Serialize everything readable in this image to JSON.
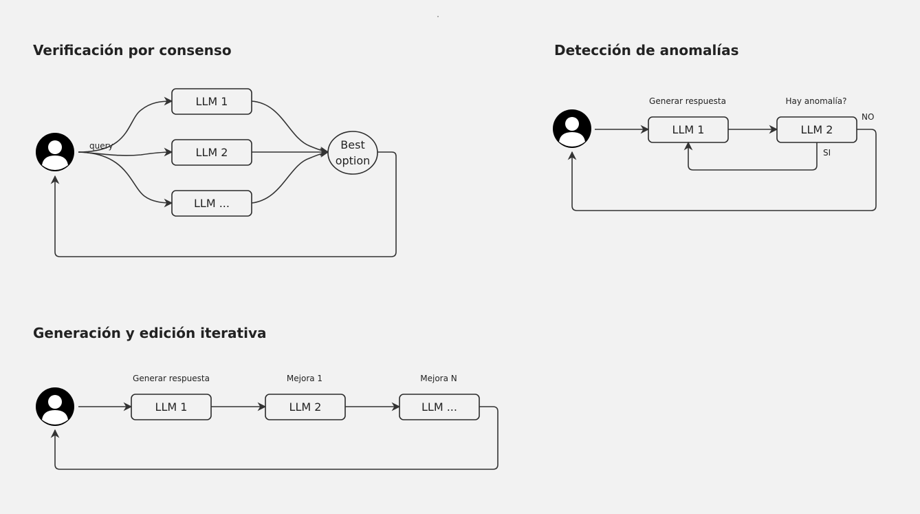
{
  "sections": {
    "consensus": {
      "title": "Verificación por consenso",
      "query_label": "query",
      "nodes": [
        "LLM 1",
        "LLM 2",
        "LLM ..."
      ],
      "best_option": [
        "Best",
        "option"
      ]
    },
    "anomaly": {
      "title": "Detección de anomalías",
      "step_labels": [
        "Generar respuesta",
        "Hay anomalía?"
      ],
      "nodes": [
        "LLM 1",
        "LLM 2"
      ],
      "no_label": "NO",
      "si_label": "SI"
    },
    "iterative": {
      "title": "Generación y edición iterativa",
      "step_labels": [
        "Generar respuesta",
        "Mejora 1",
        "Mejora N"
      ],
      "nodes": [
        "LLM 1",
        "LLM 2",
        "LLM ..."
      ]
    }
  },
  "icons": {
    "user": "user-avatar-icon"
  },
  "colors": {
    "background": "#f2f2f2",
    "stroke": "#2b2b2b",
    "text": "#222222"
  }
}
